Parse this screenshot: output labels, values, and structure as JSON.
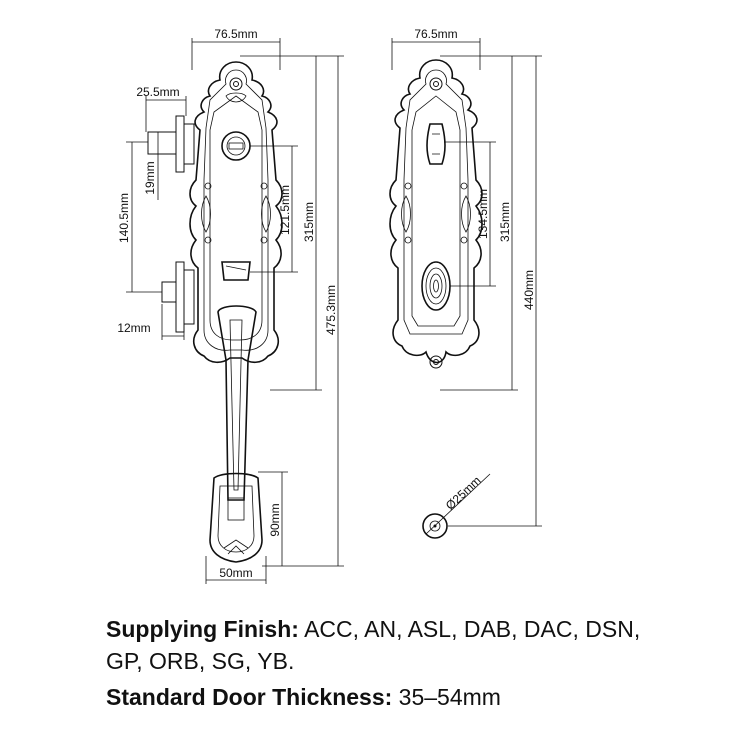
{
  "dimensions": {
    "width_front": "76.5mm",
    "width_back": "76.5mm",
    "latch_face": "25.5mm",
    "latch_depth": "19mm",
    "spacing_deadbolt_latch": "140.5mm",
    "strike_thickness": "12mm",
    "cylinder_to_thumb": "121.5mm",
    "plate_height_front": "315mm",
    "overall_front": "475.3mm",
    "bottom_height": "90mm",
    "bottom_width": "50mm",
    "turn_to_knob": "134.5mm",
    "plate_height_back": "315mm",
    "overall_back": "440mm",
    "rosette_dia": "Ø25mm"
  },
  "specs": {
    "finish_label": "Supplying Finish:",
    "finish_values_line1": "ACC, AN, ASL, DAB, DAC, DSN,",
    "finish_values_line2": "GP, ORB, SG, YB.",
    "thickness_label": "Standard Door Thickness:",
    "thickness_value": "35–54mm"
  }
}
